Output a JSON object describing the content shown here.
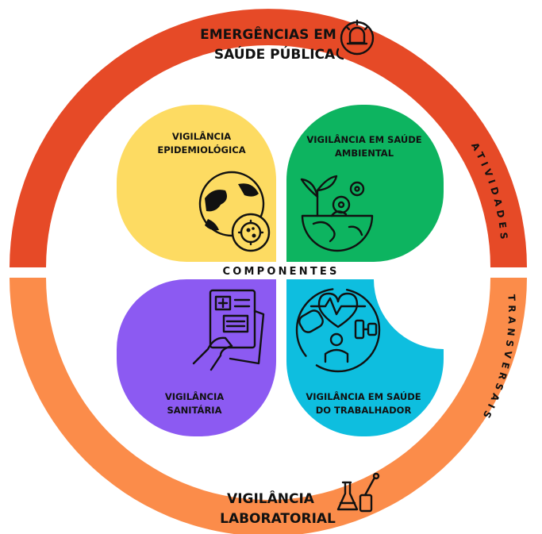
{
  "ring": {
    "top_label_line1": "EMERGÊNCIAS EM",
    "top_label_line2": "SAÚDE PÚBLICA",
    "bottom_label_line1": "VIGILÂNCIA",
    "bottom_label_line2": "LABORATORIAL",
    "right_upper_label": "ATIVIDADES",
    "right_lower_label": "TRANSVERSAIS",
    "upper_color": "#E64A27",
    "lower_color": "#FB8C4A"
  },
  "center_label": "COMPONENTES",
  "components": {
    "epidemiologica": {
      "line1": "VIGILÂNCIA",
      "line2": "EPIDEMIOLÓGICA",
      "color": "#FDDB62",
      "icon": "globe-virus-icon"
    },
    "ambiental": {
      "line1": "VIGILÂNCIA EM SAÚDE",
      "line2": "AMBIENTAL",
      "color": "#0DB460",
      "icon": "earth-plant-gear-icon"
    },
    "sanitaria": {
      "line1": "VIGILÂNCIA",
      "line2": "SANITÁRIA",
      "color": "#8C5AF2",
      "icon": "medical-document-hand-icon"
    },
    "trabalhador": {
      "line1": "VIGILÂNCIA  EM SAÚDE",
      "line2": "DO TRABALHADOR",
      "color": "#0EBEDF",
      "icon": "worker-health-icon"
    }
  }
}
